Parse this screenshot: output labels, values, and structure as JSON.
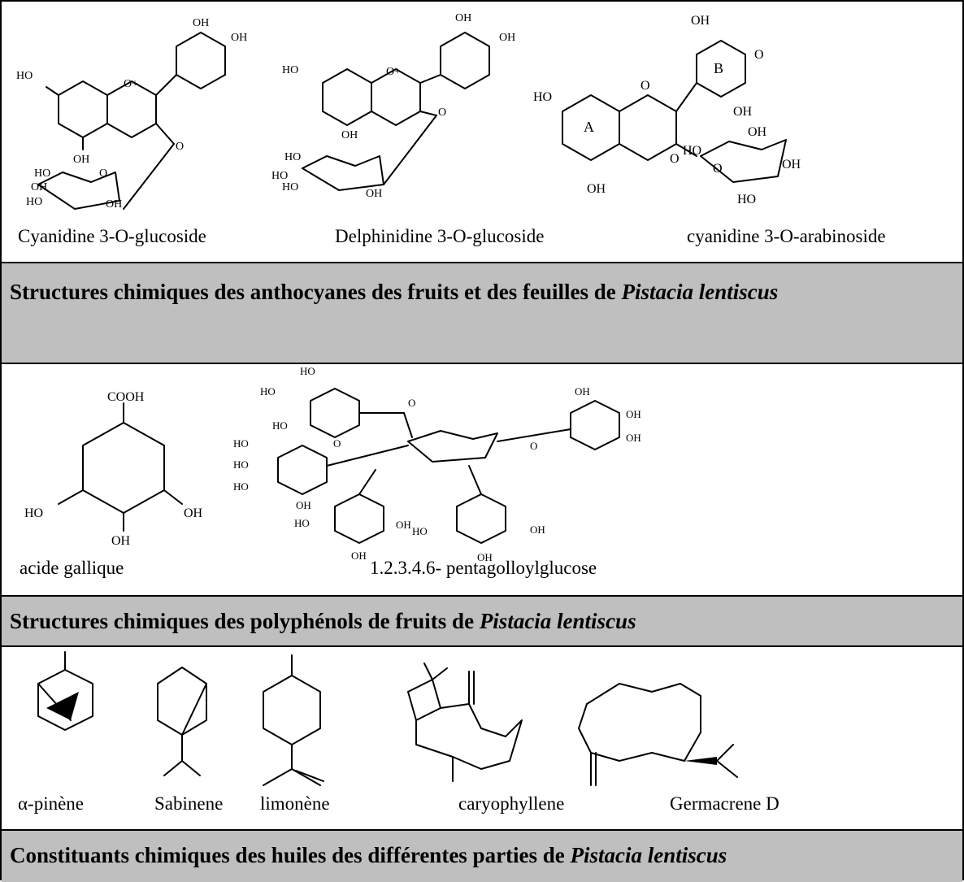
{
  "section1": {
    "compounds": [
      {
        "name": "Cyanidine 3-O-glucoside"
      },
      {
        "name": "Delphinidine 3-O-glucoside"
      },
      {
        "name": "cyanidine 3-O-arabinoside"
      }
    ],
    "caption_main": "Structures chimiques des anthocyanes des fruits et des feuilles de ",
    "caption_species": "Pistacia lentiscus",
    "atoms": {
      "oh": "OH",
      "ho": "HO",
      "o": "O",
      "o_plus": "O+",
      "ring_a": "A",
      "ring_b": "B"
    }
  },
  "section2": {
    "compounds": [
      {
        "name": "acide gallique"
      },
      {
        "name": "1.2.3.4.6- pentagolloylglucose"
      }
    ],
    "caption_main": "Structures chimiques des polyphénols de fruits de ",
    "caption_species": "Pistacia lentiscus",
    "atoms": {
      "cooh": "COOH",
      "oh": "OH",
      "ho": "HO",
      "o": "O"
    }
  },
  "section3": {
    "compounds": [
      {
        "name": "α-pinène"
      },
      {
        "name": "Sabinene"
      },
      {
        "name": "limonène"
      },
      {
        "name": "caryophyllene"
      },
      {
        "name": "Germacrene D"
      }
    ],
    "caption_main": "Constituants chimiques des huiles des différentes parties de ",
    "caption_species": "Pistacia lentiscus"
  }
}
